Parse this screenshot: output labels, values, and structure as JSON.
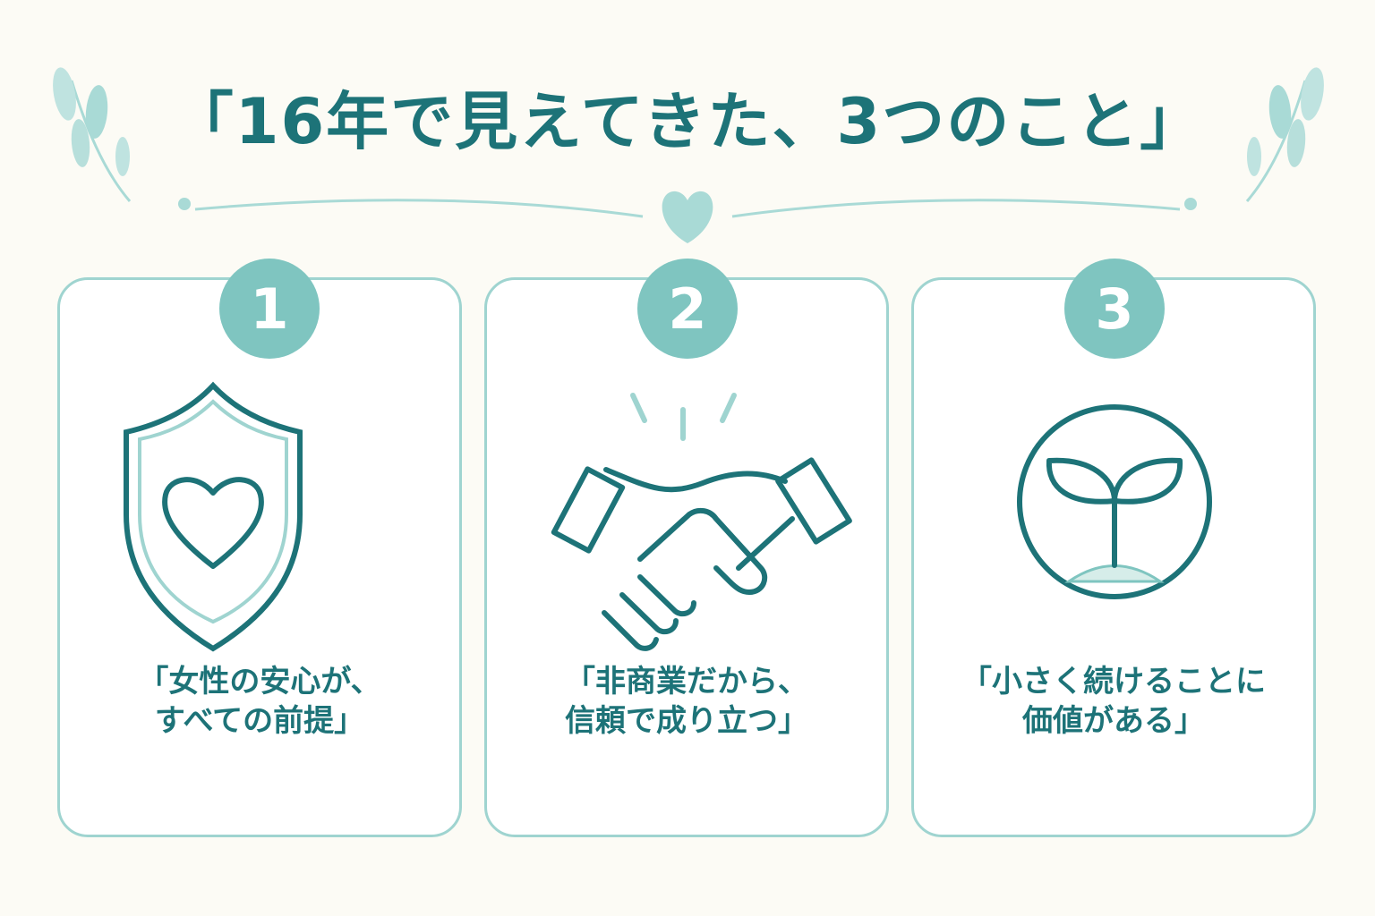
{
  "title": "「16年で見えてきた、3つのこと」",
  "colors": {
    "accent": "#1d7378",
    "light": "#7fc5c0",
    "border": "#9fd4d0",
    "background": "#fcfbf5"
  },
  "cards": [
    {
      "number": "1",
      "icon": "shield-heart-icon",
      "lines": [
        "「女性の安心が、",
        "すべての前提」"
      ]
    },
    {
      "number": "2",
      "icon": "handshake-icon",
      "lines": [
        "「非商業だから、",
        "信頼で成り立つ」"
      ]
    },
    {
      "number": "3",
      "icon": "sprout-icon",
      "lines": [
        "「小さく続けることに",
        "価値がある」"
      ]
    }
  ]
}
